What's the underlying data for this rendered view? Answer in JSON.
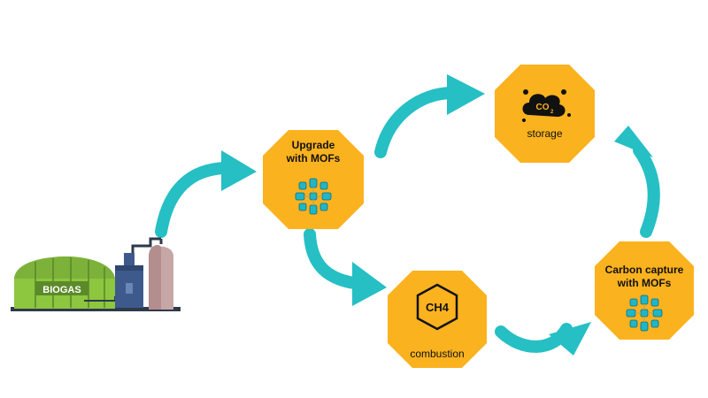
{
  "biogas_plant": {
    "label": "BIOGAS"
  },
  "nodes": {
    "upgrade": {
      "line1": "Upgrade",
      "line2": "with MOFs",
      "icon": "mof-crystal-icon"
    },
    "storage": {
      "label": "storage",
      "icon": "co2-cloud-icon",
      "formula": "CO",
      "subscript": "2"
    },
    "combustion": {
      "label": "combustion",
      "icon": "ch4-hexagon-icon",
      "formula": "CH4"
    },
    "carbon_capture": {
      "line1": "Carbon capture",
      "line2": "with MOFs",
      "icon": "mof-crystal-icon"
    }
  },
  "colors": {
    "node_fill": "#FBB21F",
    "arrow": "#25BFC4",
    "dome_green": "#8DC63F",
    "dome_dark": "#5C8A2A",
    "tank_blue": "#3E5A8C",
    "tank_pink": "#C7A6A6"
  }
}
